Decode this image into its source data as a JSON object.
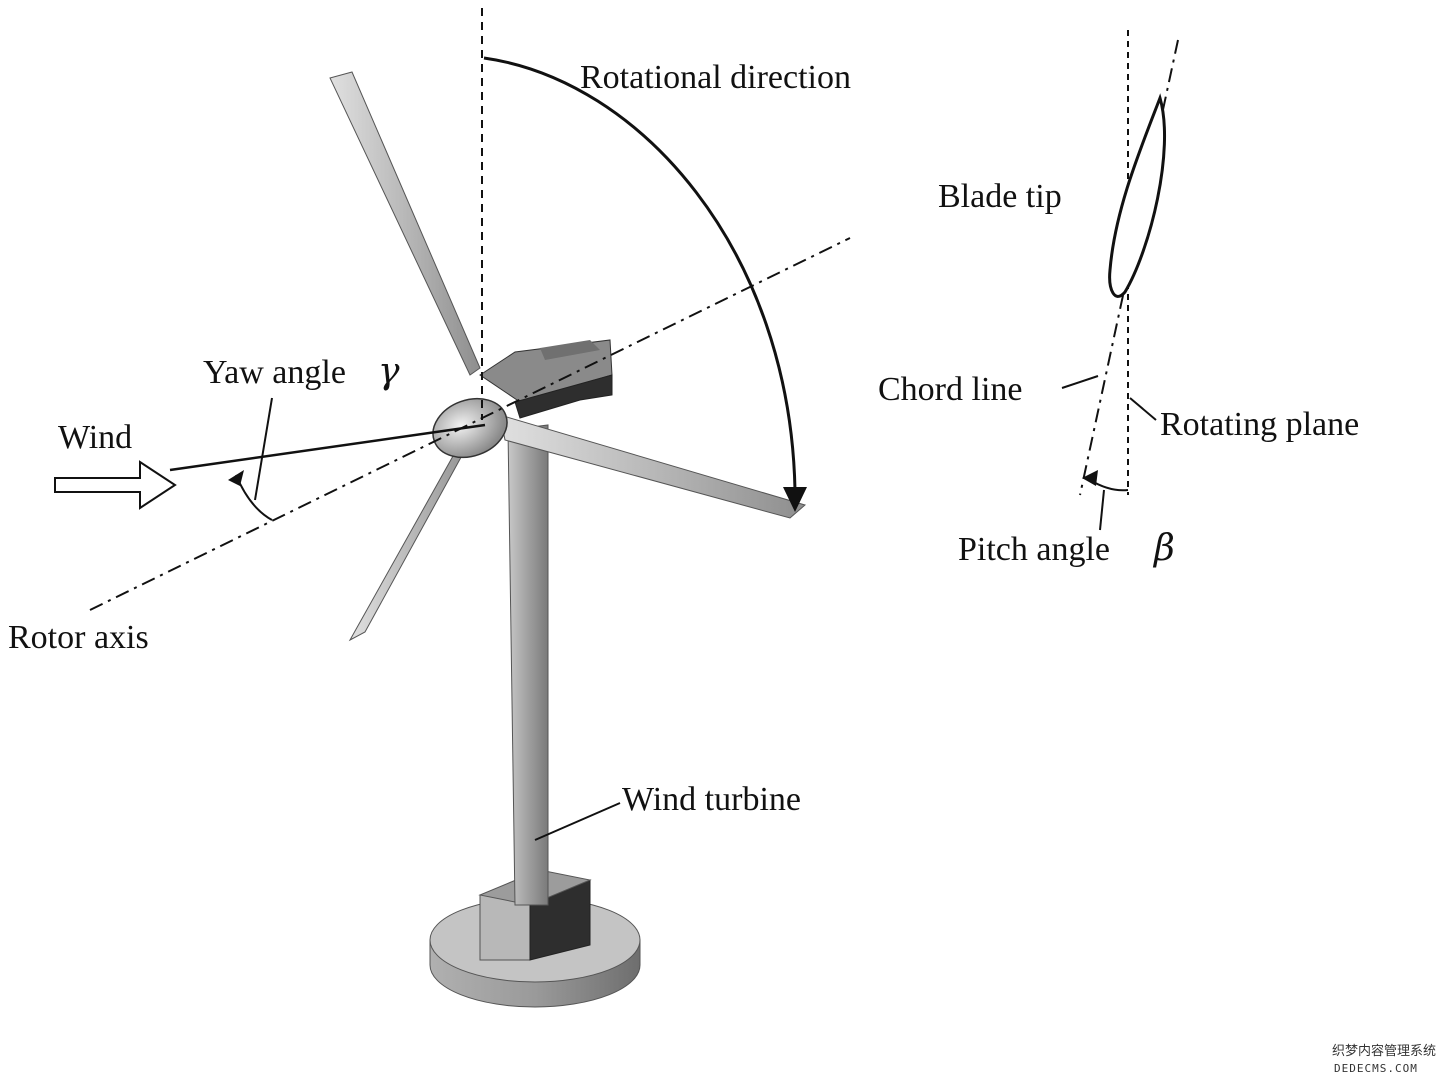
{
  "labels": {
    "rotational_direction": "Rotational direction",
    "yaw_angle": "Yaw angle",
    "yaw_symbol": "γ",
    "wind": "Wind",
    "rotor_axis": "Rotor axis",
    "wind_turbine": "Wind turbine",
    "blade_tip": "Blade tip",
    "chord_line": "Chord line",
    "rotating_plane": "Rotating plane",
    "pitch_angle": "Pitch angle",
    "pitch_symbol": "β"
  },
  "watermark": {
    "line1": "织梦内容管理系统",
    "line2": "DEDECMS.COM"
  },
  "colors": {
    "ink": "#111111",
    "blade_light": "#d2d2d2",
    "blade_mid": "#a8a8a8",
    "tower": "#9a9a9a",
    "nacelle": "#3a3a3a",
    "base_top": "#c4c4c4",
    "base_side": "#8c8c8c"
  }
}
